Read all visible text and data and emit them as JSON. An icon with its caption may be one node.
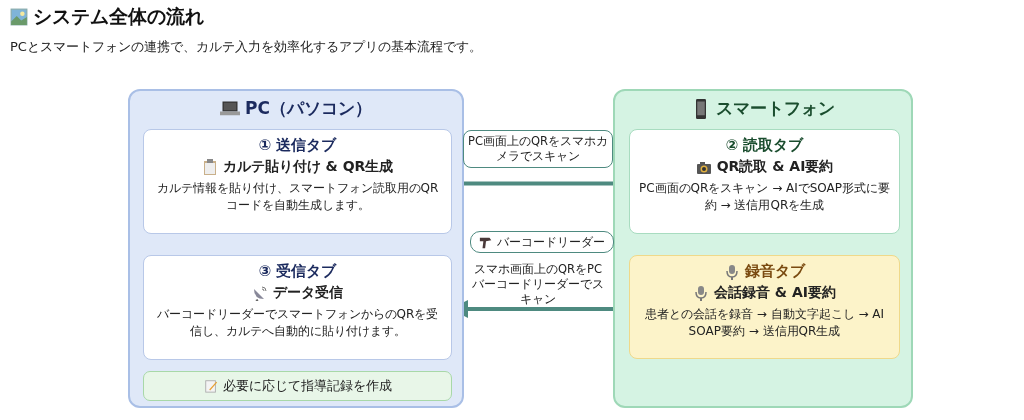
{
  "diagram": {
    "title": "システム全体の流れ",
    "caption": "PCとスマートフォンの連携で、カルテ入力を効率化するアプリの基本流程です。",
    "nodes": [
      {
        "text": [
          "PC（パソコン）"
        ]
      },
      {
        "text": [
          "① 送信タブ",
          "カルテ貼り付け & QR生成",
          "カルテ情報を貼り付け、スマートフォン読取用のQRコードを自動生成します。"
        ],
        "in": 0
      },
      {
        "text": [
          "③ 受信タブ",
          "データ受信",
          "バーコードリーダーでスマートフォンからのQRを受信し、カルテへ自動的に貼り付けます。"
        ],
        "in": 0
      },
      {
        "text": [
          "必要に応じて指導記録を作成"
        ],
        "in": 0
      },
      {
        "text": [
          "スマートフォン"
        ]
      },
      {
        "text": [
          "② 読取タブ",
          "QR読取 & AI要約",
          "PC画面のQRをスキャン → AIでSOAP形式に要約 → 送信用QRを生成"
        ],
        "in": 4
      },
      {
        "text": [
          "録音タブ",
          "会話録音 & AI要約",
          "患者との会話を録音 → 自動文字起こし → AI SOAP要約 → 送信用QR生成"
        ],
        "in": 4
      }
    ],
    "edges": [
      {
        "from": 1,
        "to": 5,
        "arrow": "to",
        "label": "PC画面上のQRをスマホカメラでスキャン"
      },
      {
        "from": 6,
        "to": 2,
        "arrow": "to",
        "label": "スマホ画面上のQRをPCバーコードリーダーでスキャン"
      }
    ],
    "labels": [
      "バーコードリーダー"
    ]
  }
}
